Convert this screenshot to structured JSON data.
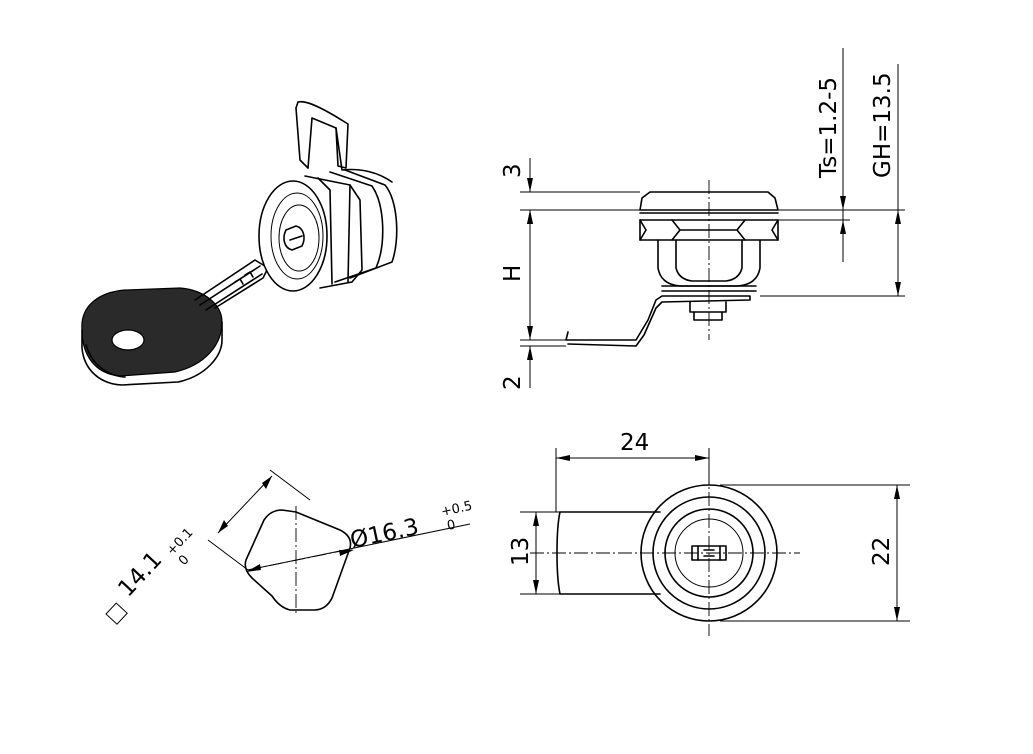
{
  "dimensions": {
    "ts": "Ts=1.2-5",
    "gh": "GH=13.5",
    "top_3": "3",
    "h": "H",
    "bottom_2": "2",
    "width_24": "24",
    "height_13": "13",
    "height_22": "22",
    "square": "14.1",
    "square_tol_upper": "+0.1",
    "square_tol_lower": "0",
    "diameter": "Ø16.3",
    "diameter_tol_upper": "+0.5",
    "diameter_tol_lower": "0"
  },
  "icons": [
    "square-symbol-icon",
    "diameter-symbol-icon"
  ],
  "colors": {
    "line": "#000000",
    "background": "#ffffff"
  }
}
